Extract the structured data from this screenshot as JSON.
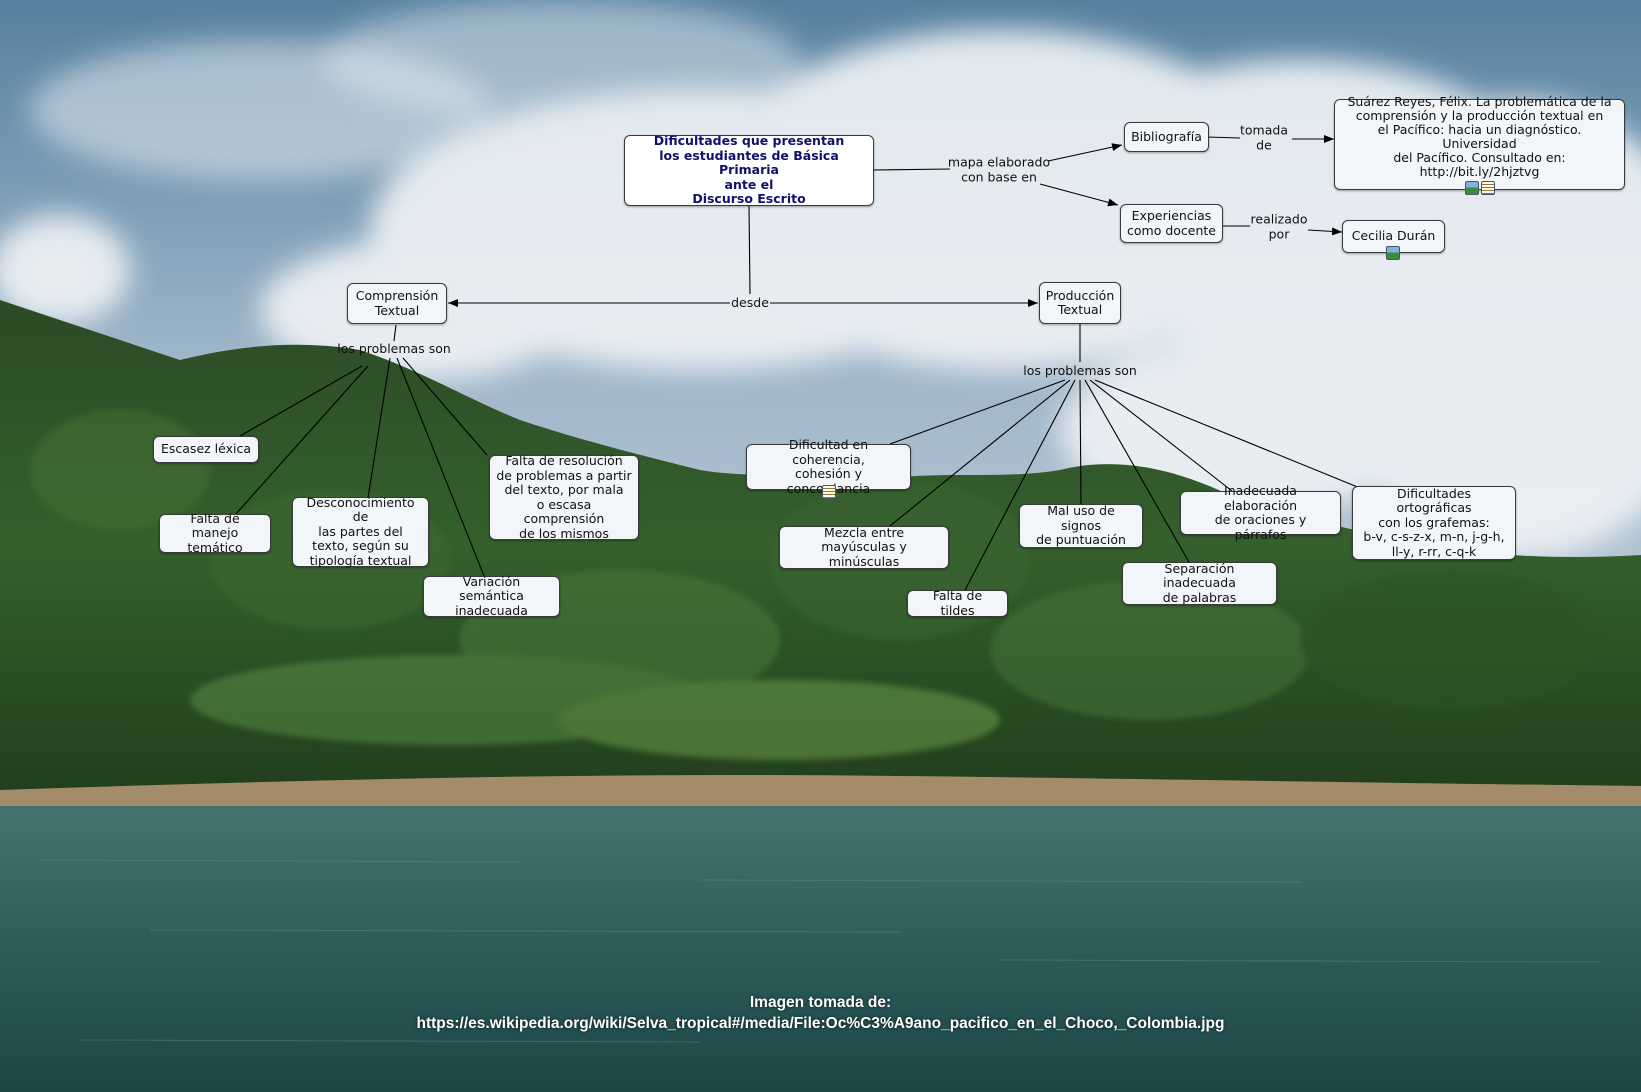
{
  "colors": {
    "sky_top": "#5d86b0",
    "sky_mid": "#a9bfd3",
    "cloud": "#e8edf1",
    "forest_dark": "#1f3a1c",
    "forest_mid": "#2f5a28",
    "beach": "#a08a6a",
    "sea_top": "#3f6e6a",
    "sea_bottom": "#1d4747",
    "main_text": "#10106e"
  },
  "concepts": {
    "main": "Dificultades que presentan\nlos estudiantes de Básica Primaria\nante el\nDiscurso Escrito",
    "bibliografia": "Bibliografía",
    "referencia": "Suárez Reyes, Félix.  La problemática de la\ncomprensión y la producción textual en\nel Pacífico: hacia un diagnóstico. Universidad\ndel Pacífico. Consultado en:\nhttp://bit.ly/2hjztvg",
    "experiencias": "Experiencias\ncomo docente",
    "autora": "Cecilia Durán",
    "comprension": "Comprensión\nTextual",
    "produccion": "Producción\nTextual",
    "escasez": "Escasez  léxica",
    "manejo": "Falta de manejo\ntemático",
    "desconocimiento": "Desconocimiento de\nlas partes del\ntexto, según su\ntipología textual",
    "variacion": "Variación semántica\ninadecuada",
    "resolucion": "Falta de resolución\nde problemas a partir\ndel texto, por mala\no escasa comprensión\nde los mismos",
    "coherencia": "Dificultad en coherencia,\ncohesión y concordancia",
    "mezcla": "Mezcla entre\nmayúsculas y minúsculas",
    "tildes": "Falta de tildes",
    "signos": "Mal uso de signos\nde puntuación",
    "separacion": "Separación inadecuada\nde palabras",
    "oraciones": "Inadecuada elaboración\nde oraciones y párrafos",
    "ortograficas": "Dificultades ortográficas\ncon los grafemas:\nb-v, c-s-z-x, m-n, j-g-h,\nll-y, r-rr, c-q-k"
  },
  "linking_phrases": {
    "mapa": "mapa elaborado\ncon base en",
    "tomada": "tomada\nde",
    "realizado": "realizado\npor",
    "desde": "desde",
    "problemas_comp": "los problemas son",
    "problemas_prod": "los problemas son"
  },
  "resources": {
    "referencia": [
      "image-icon",
      "document-icon"
    ],
    "autora": [
      "image-icon"
    ],
    "coherencia": [
      "document-icon"
    ]
  },
  "caption": {
    "line1": "Imagen tomada de:",
    "line2": "https://es.wikipedia.org/wiki/Selva_tropical#/media/File:Oc%C3%A9ano_pacifico_en_el_Choco,_Colombia.jpg"
  }
}
